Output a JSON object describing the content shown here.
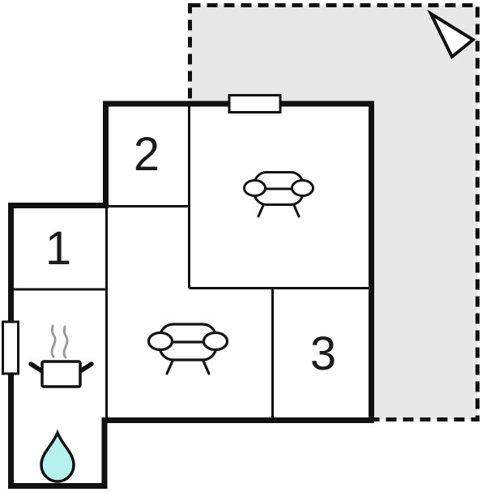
{
  "floorplan": {
    "rooms": [
      {
        "id": "room-1",
        "label": "1",
        "feature": "none"
      },
      {
        "id": "room-2",
        "label": "2",
        "feature": "none"
      },
      {
        "id": "room-3",
        "label": "3",
        "feature": "none"
      }
    ],
    "areas": {
      "terrace": "outdoor-dashed-area",
      "bedroom_top": "room-with-sofa",
      "living_room": "room-with-sofa",
      "kitchen": "room-with-stove-pot",
      "bathroom": "room-with-water-drop"
    },
    "icons": {
      "north_arrow": "north-arrow-icon",
      "sofa_top": "sofa-icon",
      "sofa_living": "sofa-icon",
      "stove_pot": "stove-pot-icon",
      "steam": "steam-icon",
      "water_drop": "water-drop-icon",
      "window_top": "window-icon",
      "window_left": "window-icon"
    },
    "colors": {
      "wall": "#111111",
      "terrace_fill": "#e8e8e8",
      "drop_fill": "#b6f1ee",
      "steam": "#9b9b9b",
      "window_fill": "#ffffff",
      "background": "#ffffff"
    }
  }
}
